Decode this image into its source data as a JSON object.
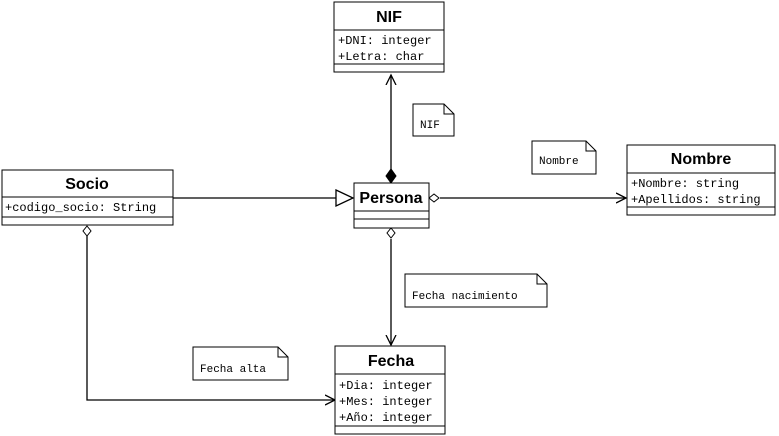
{
  "classes": {
    "nif": {
      "name": "NIF",
      "attributes": [
        "+DNI: integer",
        "+Letra: char"
      ]
    },
    "persona": {
      "name": "Persona",
      "attributes": []
    },
    "socio": {
      "name": "Socio",
      "attributes": [
        "+codigo_socio: String"
      ]
    },
    "nombre": {
      "name": "Nombre",
      "attributes": [
        "+Nombre: string",
        "+Apellidos: string"
      ]
    },
    "fecha": {
      "name": "Fecha",
      "attributes": [
        "+Dia: integer",
        "+Mes: integer",
        "+Año: integer"
      ]
    }
  },
  "notes": {
    "nif": "NIF",
    "nombre": "Nombre",
    "fecha_nacimiento": "Fecha nacimiento",
    "fecha_alta": "Fecha alta"
  },
  "relations": [
    {
      "from": "persona",
      "to": "nif",
      "kind": "composition"
    },
    {
      "from": "persona",
      "to": "nombre",
      "kind": "aggregation"
    },
    {
      "from": "persona",
      "to": "fecha",
      "kind": "aggregation"
    },
    {
      "from": "socio",
      "to": "persona",
      "kind": "generalization"
    },
    {
      "from": "socio",
      "to": "fecha",
      "kind": "aggregation"
    }
  ]
}
